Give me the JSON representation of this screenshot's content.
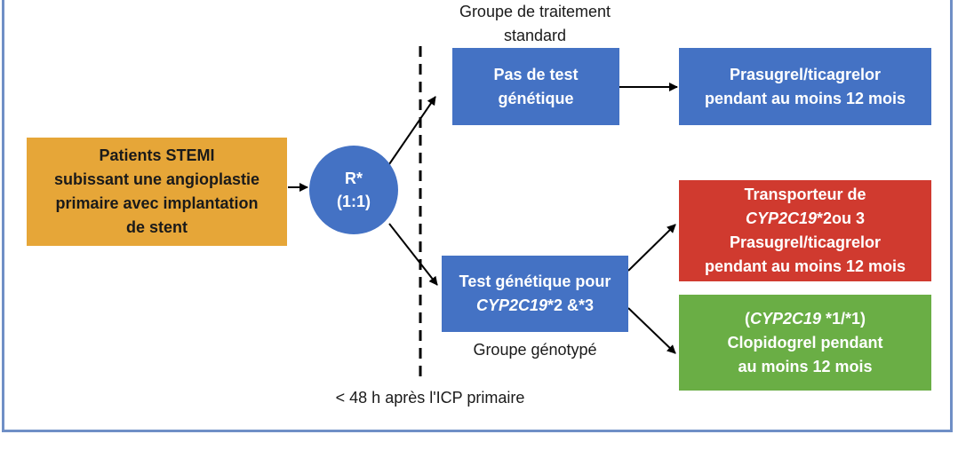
{
  "labels": {
    "standard_group_line1": "Groupe de traitement",
    "standard_group_line2": "standard",
    "genotyped_group": "Groupe génotypé",
    "timing": "< 48 h après l'ICP primaire"
  },
  "patients_box": {
    "line1": "Patients STEMI",
    "line2": "subissant une angioplastie",
    "line3": "primaire avec implantation",
    "line4": "de stent"
  },
  "randomization": {
    "line1": "R*",
    "line2": "(1:1)"
  },
  "no_test_box": {
    "line1": "Pas de test",
    "line2": "génétique"
  },
  "standard_treatment_box": {
    "line1": "Prasugrel/ticagrelor",
    "line2": "pendant au moins 12 mois"
  },
  "genetic_test_box": {
    "line1": "Test génétique pour",
    "gene": "CYP2C19",
    "line2_rest": "*2 &*3"
  },
  "carrier_box": {
    "line1": "Transporteur de",
    "gene": "CYP2C19",
    "line2_rest": "*2ou 3",
    "line3": "Prasugrel/ticagrelor",
    "line4": "pendant au moins 12 mois"
  },
  "noncarrier_box": {
    "line1_open": "(",
    "gene": "CYP2C19",
    "line1_rest": " *1/*1)",
    "line2": "Clopidogrel pendant",
    "line3": "au moins 12 mois"
  },
  "colors": {
    "orange": "#e6a638",
    "blue": "#4472c4",
    "red": "#d03a2f",
    "green": "#6aae45",
    "frame": "#6f8fc6"
  }
}
